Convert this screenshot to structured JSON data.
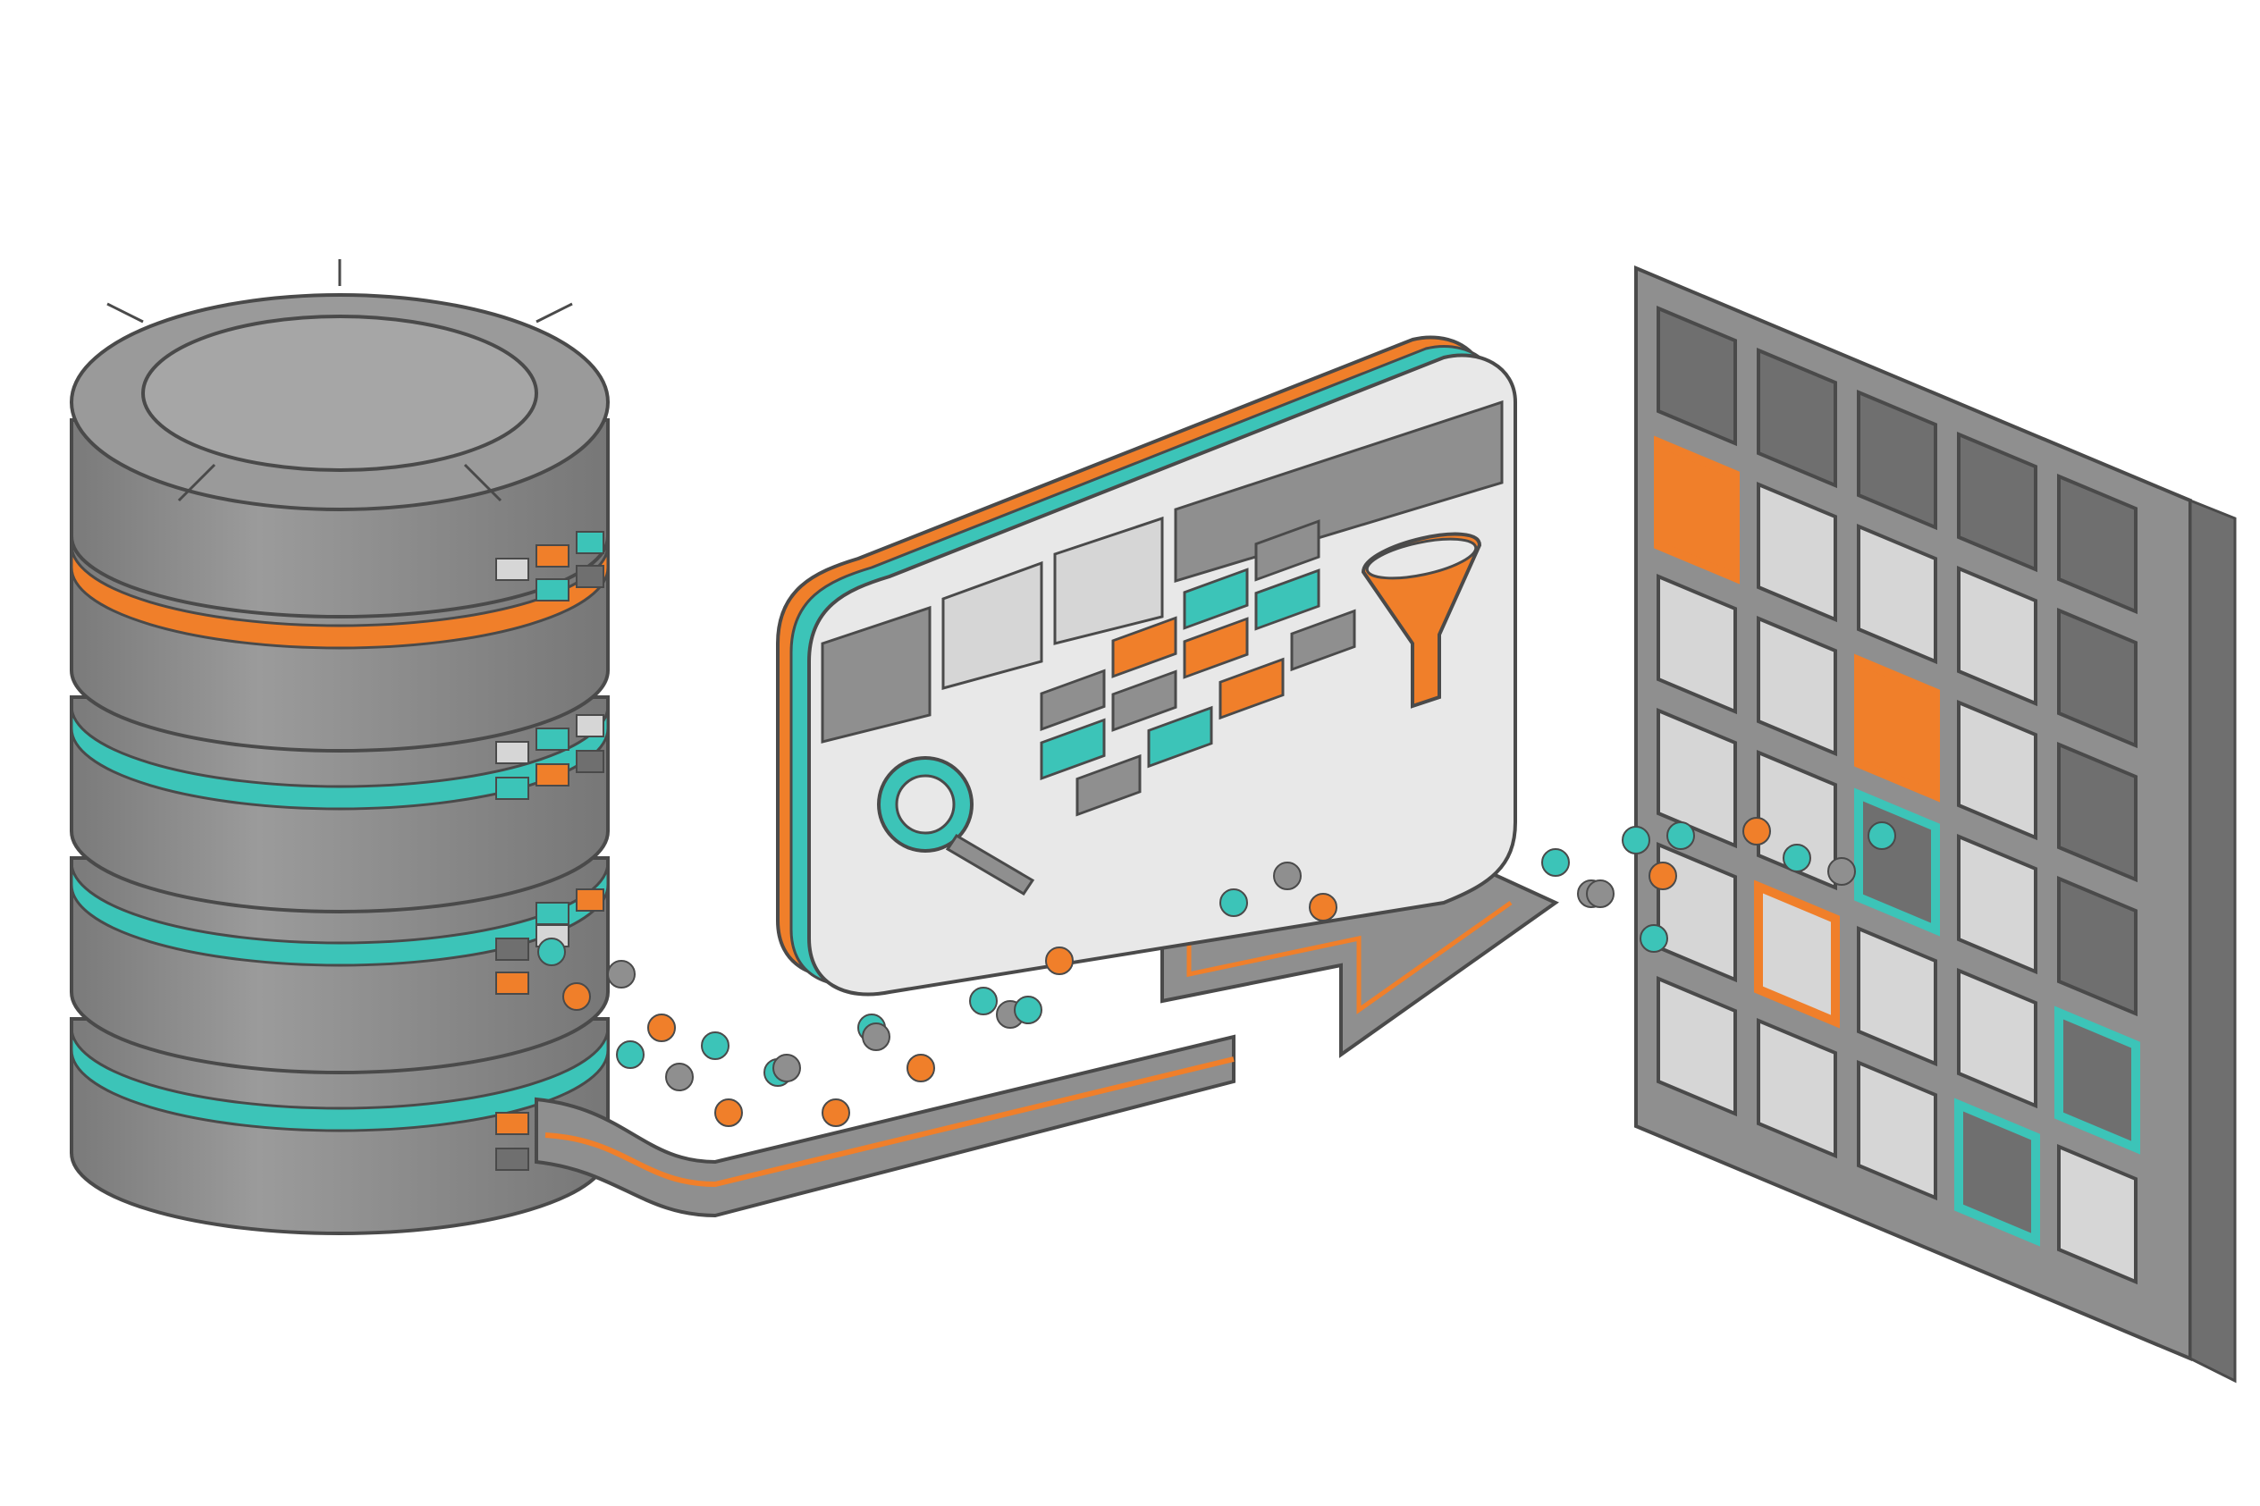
{
  "palette": {
    "background": "#ffffff",
    "gray_dark": "#6f6f6f",
    "gray_mid": "#8f8f8f",
    "gray_light": "#d6d6d6",
    "gray_panel": "#e8e8e8",
    "orange": "#f07f2a",
    "teal": "#3cc4b8",
    "outline": "#4a4a4a"
  },
  "diagram": {
    "nodes": [
      {
        "id": "database",
        "kind": "database",
        "icon": "database-icon",
        "disks": 4
      },
      {
        "id": "filter_panel",
        "kind": "query-panel",
        "icons": [
          "magnifier-icon",
          "funnel-icon",
          "tag-cluster-icon"
        ]
      },
      {
        "id": "grid",
        "kind": "result-grid",
        "icon": "grid-icon",
        "rows": 6,
        "cols": 5,
        "highlights": [
          {
            "row": 1,
            "col": 0,
            "color": "orange"
          },
          {
            "row": 2,
            "col": 2,
            "color": "orange"
          },
          {
            "row": 3,
            "col": 2,
            "color": "teal"
          },
          {
            "row": 4,
            "col": 1,
            "color": "orange"
          },
          {
            "row": 4,
            "col": 4,
            "color": "teal"
          },
          {
            "row": 5,
            "col": 3,
            "color": "teal"
          }
        ]
      }
    ],
    "edges": [
      {
        "from": "database",
        "to": "filter_panel",
        "style": "dotted-flow"
      },
      {
        "from": "filter_panel",
        "to": "grid",
        "style": "arrow"
      }
    ]
  }
}
